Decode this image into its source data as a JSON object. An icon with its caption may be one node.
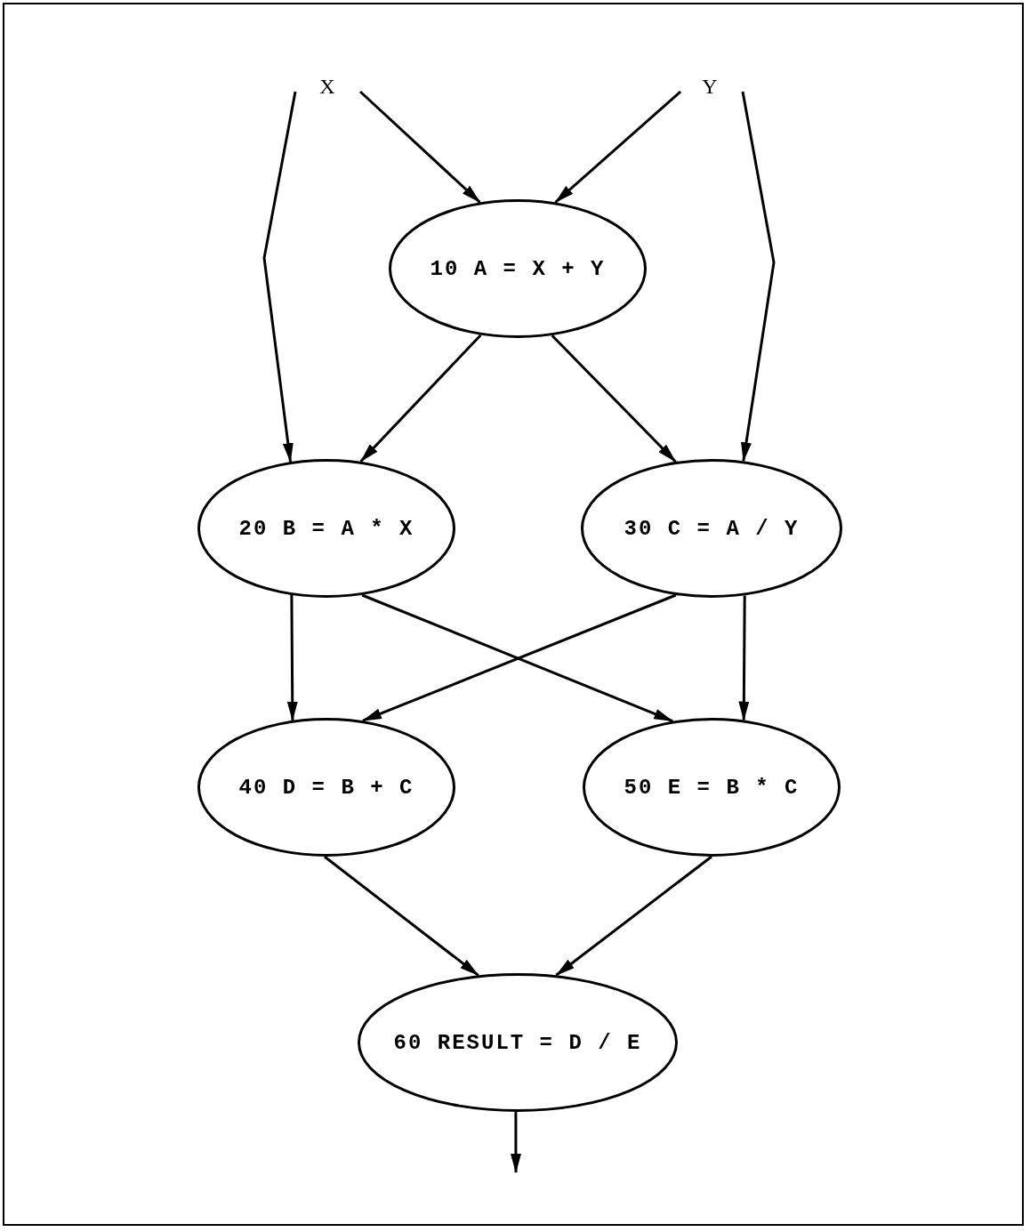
{
  "diagram": {
    "nodes": [
      {
        "text": [
          "X"
        ]
      },
      {
        "text": [
          "Y"
        ]
      },
      {
        "text": [
          "10 A = X + Y"
        ]
      },
      {
        "text": [
          "20 B = A * X"
        ]
      },
      {
        "text": [
          "30 C = A / Y"
        ]
      },
      {
        "text": [
          "40 D = B + C"
        ]
      },
      {
        "text": [
          "50 E = B * C"
        ]
      },
      {
        "text": [
          "60 RESULT = D / E"
        ]
      }
    ],
    "edges": [
      {
        "from": 0,
        "to": 2,
        "arrow": "to"
      },
      {
        "from": 1,
        "to": 2,
        "arrow": "to"
      },
      {
        "from": 0,
        "to": 3,
        "arrow": "to"
      },
      {
        "from": 1,
        "to": 4,
        "arrow": "to"
      },
      {
        "from": 2,
        "to": 3,
        "arrow": "to"
      },
      {
        "from": 2,
        "to": 4,
        "arrow": "to"
      },
      {
        "from": 3,
        "to": 5,
        "arrow": "to"
      },
      {
        "from": 3,
        "to": 6,
        "arrow": "to"
      },
      {
        "from": 4,
        "to": 5,
        "arrow": "to"
      },
      {
        "from": 4,
        "to": 6,
        "arrow": "to"
      },
      {
        "from": 5,
        "to": 7,
        "arrow": "to"
      },
      {
        "from": 6,
        "to": 7,
        "arrow": "to"
      },
      {
        "from": 7,
        "to": null,
        "arrow": "to"
      }
    ]
  }
}
